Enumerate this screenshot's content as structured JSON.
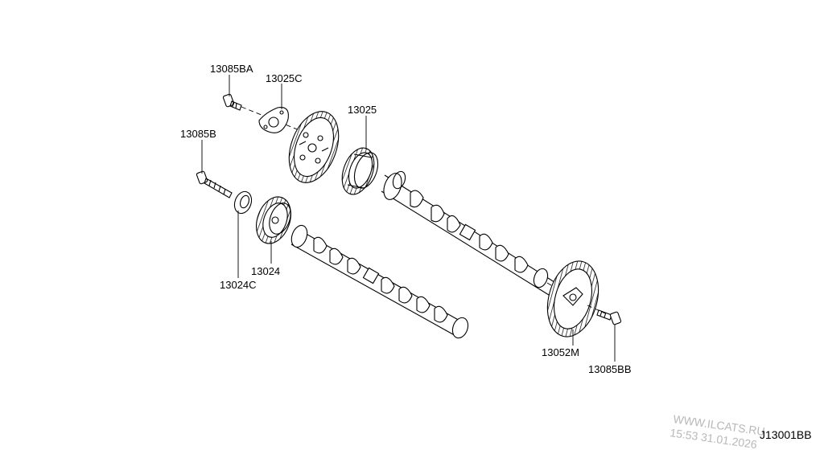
{
  "parts": {
    "p13085BA": "13085BA",
    "p13025C": "13025C",
    "p13025": "13025",
    "p13085B": "13085B",
    "p13024": "13024",
    "p13024C": "13024C",
    "p13052M": "13052M",
    "p13085BB": "13085BB"
  },
  "diagram_code": "J13001BB",
  "watermark": {
    "line1": "WWW.ILCATS.RU",
    "line2": "15:53 31.01.2026"
  }
}
